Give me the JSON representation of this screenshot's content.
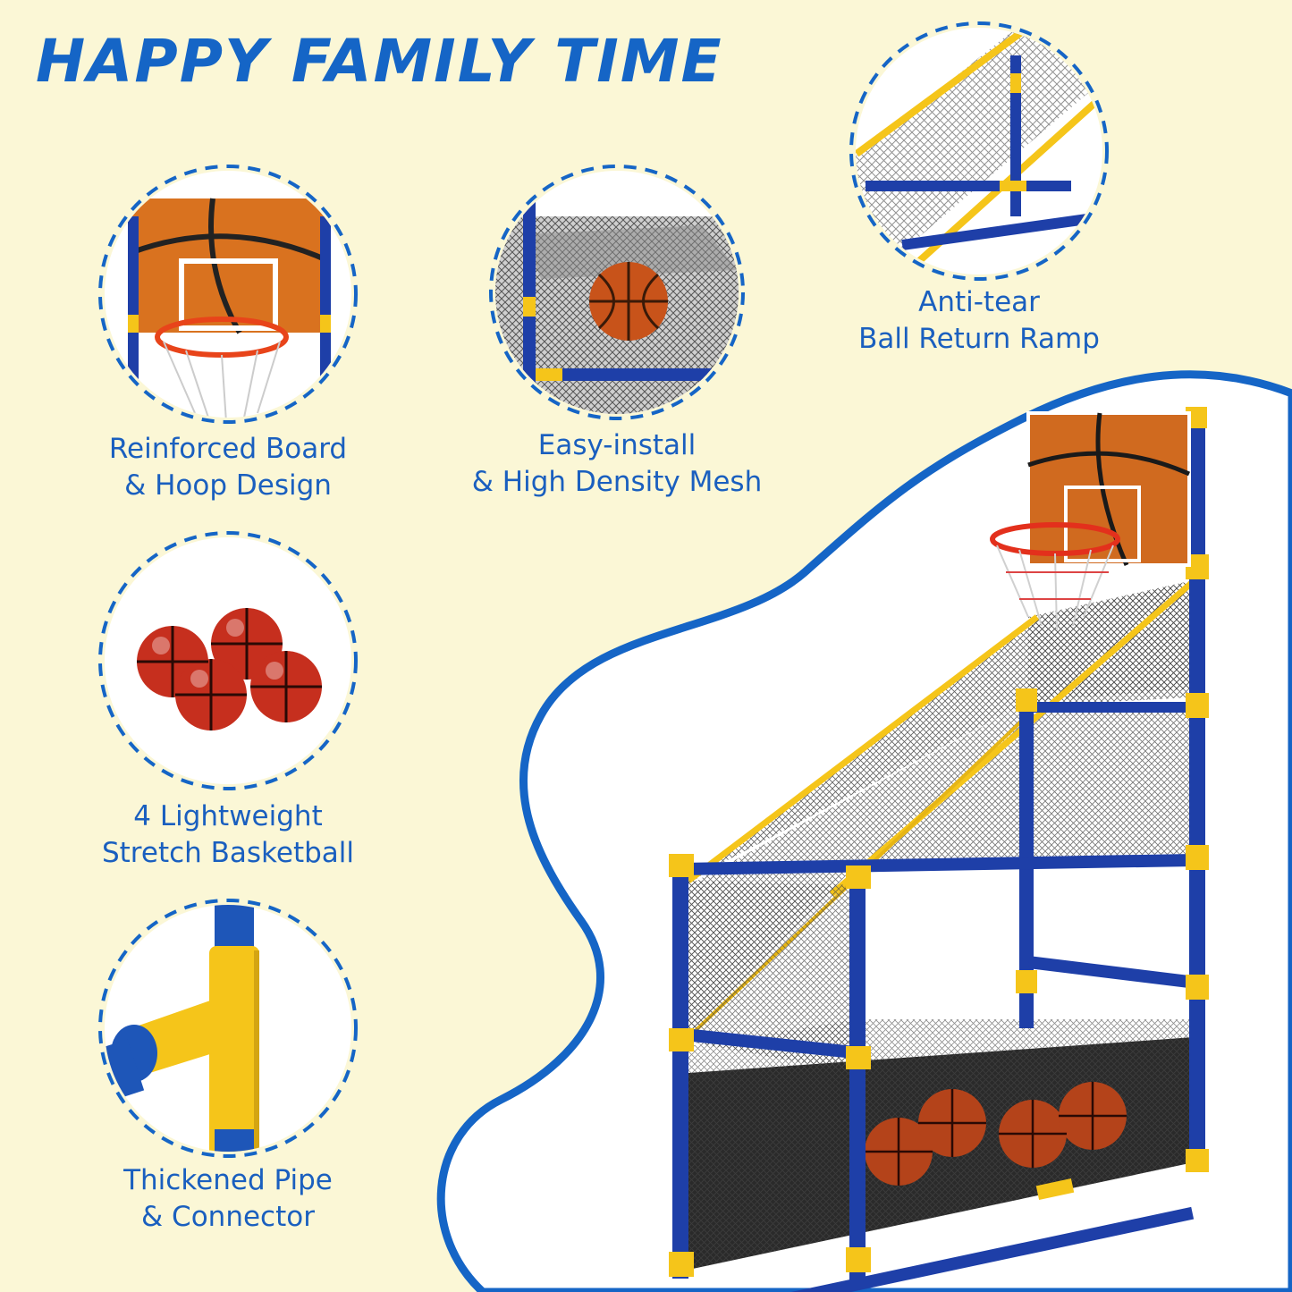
{
  "headline": "HAPPY FAMILY TIME",
  "colors": {
    "background": "#fbf7d6",
    "accent_blue": "#1565c6",
    "pipe_blue": "#1e3fa8",
    "pipe_yellow": "#f5c51a",
    "ball_orange": "#d9621c"
  },
  "features": [
    {
      "icon": "backboard-hoop-icon",
      "lines": [
        "Reinforced Board",
        "& Hoop Design"
      ]
    },
    {
      "icon": "mesh-net-icon",
      "lines": [
        "Easy-install",
        "& High Density Mesh"
      ]
    },
    {
      "icon": "ramp-icon",
      "lines": [
        "Anti-tear",
        "Ball Return Ramp"
      ]
    },
    {
      "icon": "four-balls-icon",
      "lines": [
        "4 Lightweight",
        "Stretch Basketball"
      ]
    },
    {
      "icon": "pipe-connector-icon",
      "lines": [
        "Thickened Pipe",
        "& Connector"
      ]
    }
  ]
}
